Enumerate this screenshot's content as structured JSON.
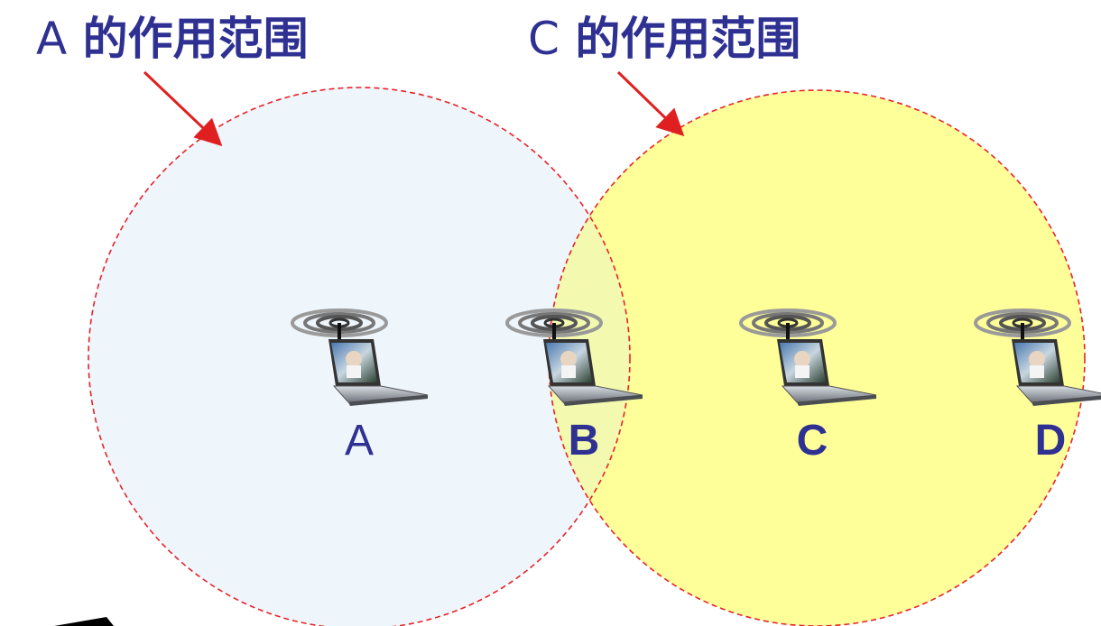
{
  "titles": {
    "range_a_letter": "A",
    "range_a_text": "的作用范围",
    "range_c_letter": "C",
    "range_c_text": "的作用范围"
  },
  "nodes": [
    {
      "label": "A"
    },
    {
      "label": "B"
    },
    {
      "label": "C"
    },
    {
      "label": "D"
    }
  ],
  "colors": {
    "title_text": "#2e3192",
    "range_border": "#e8222a",
    "range_a_fill": "#eef5fb",
    "range_c_fill": "#ffff99",
    "arrow": "#e02020"
  }
}
